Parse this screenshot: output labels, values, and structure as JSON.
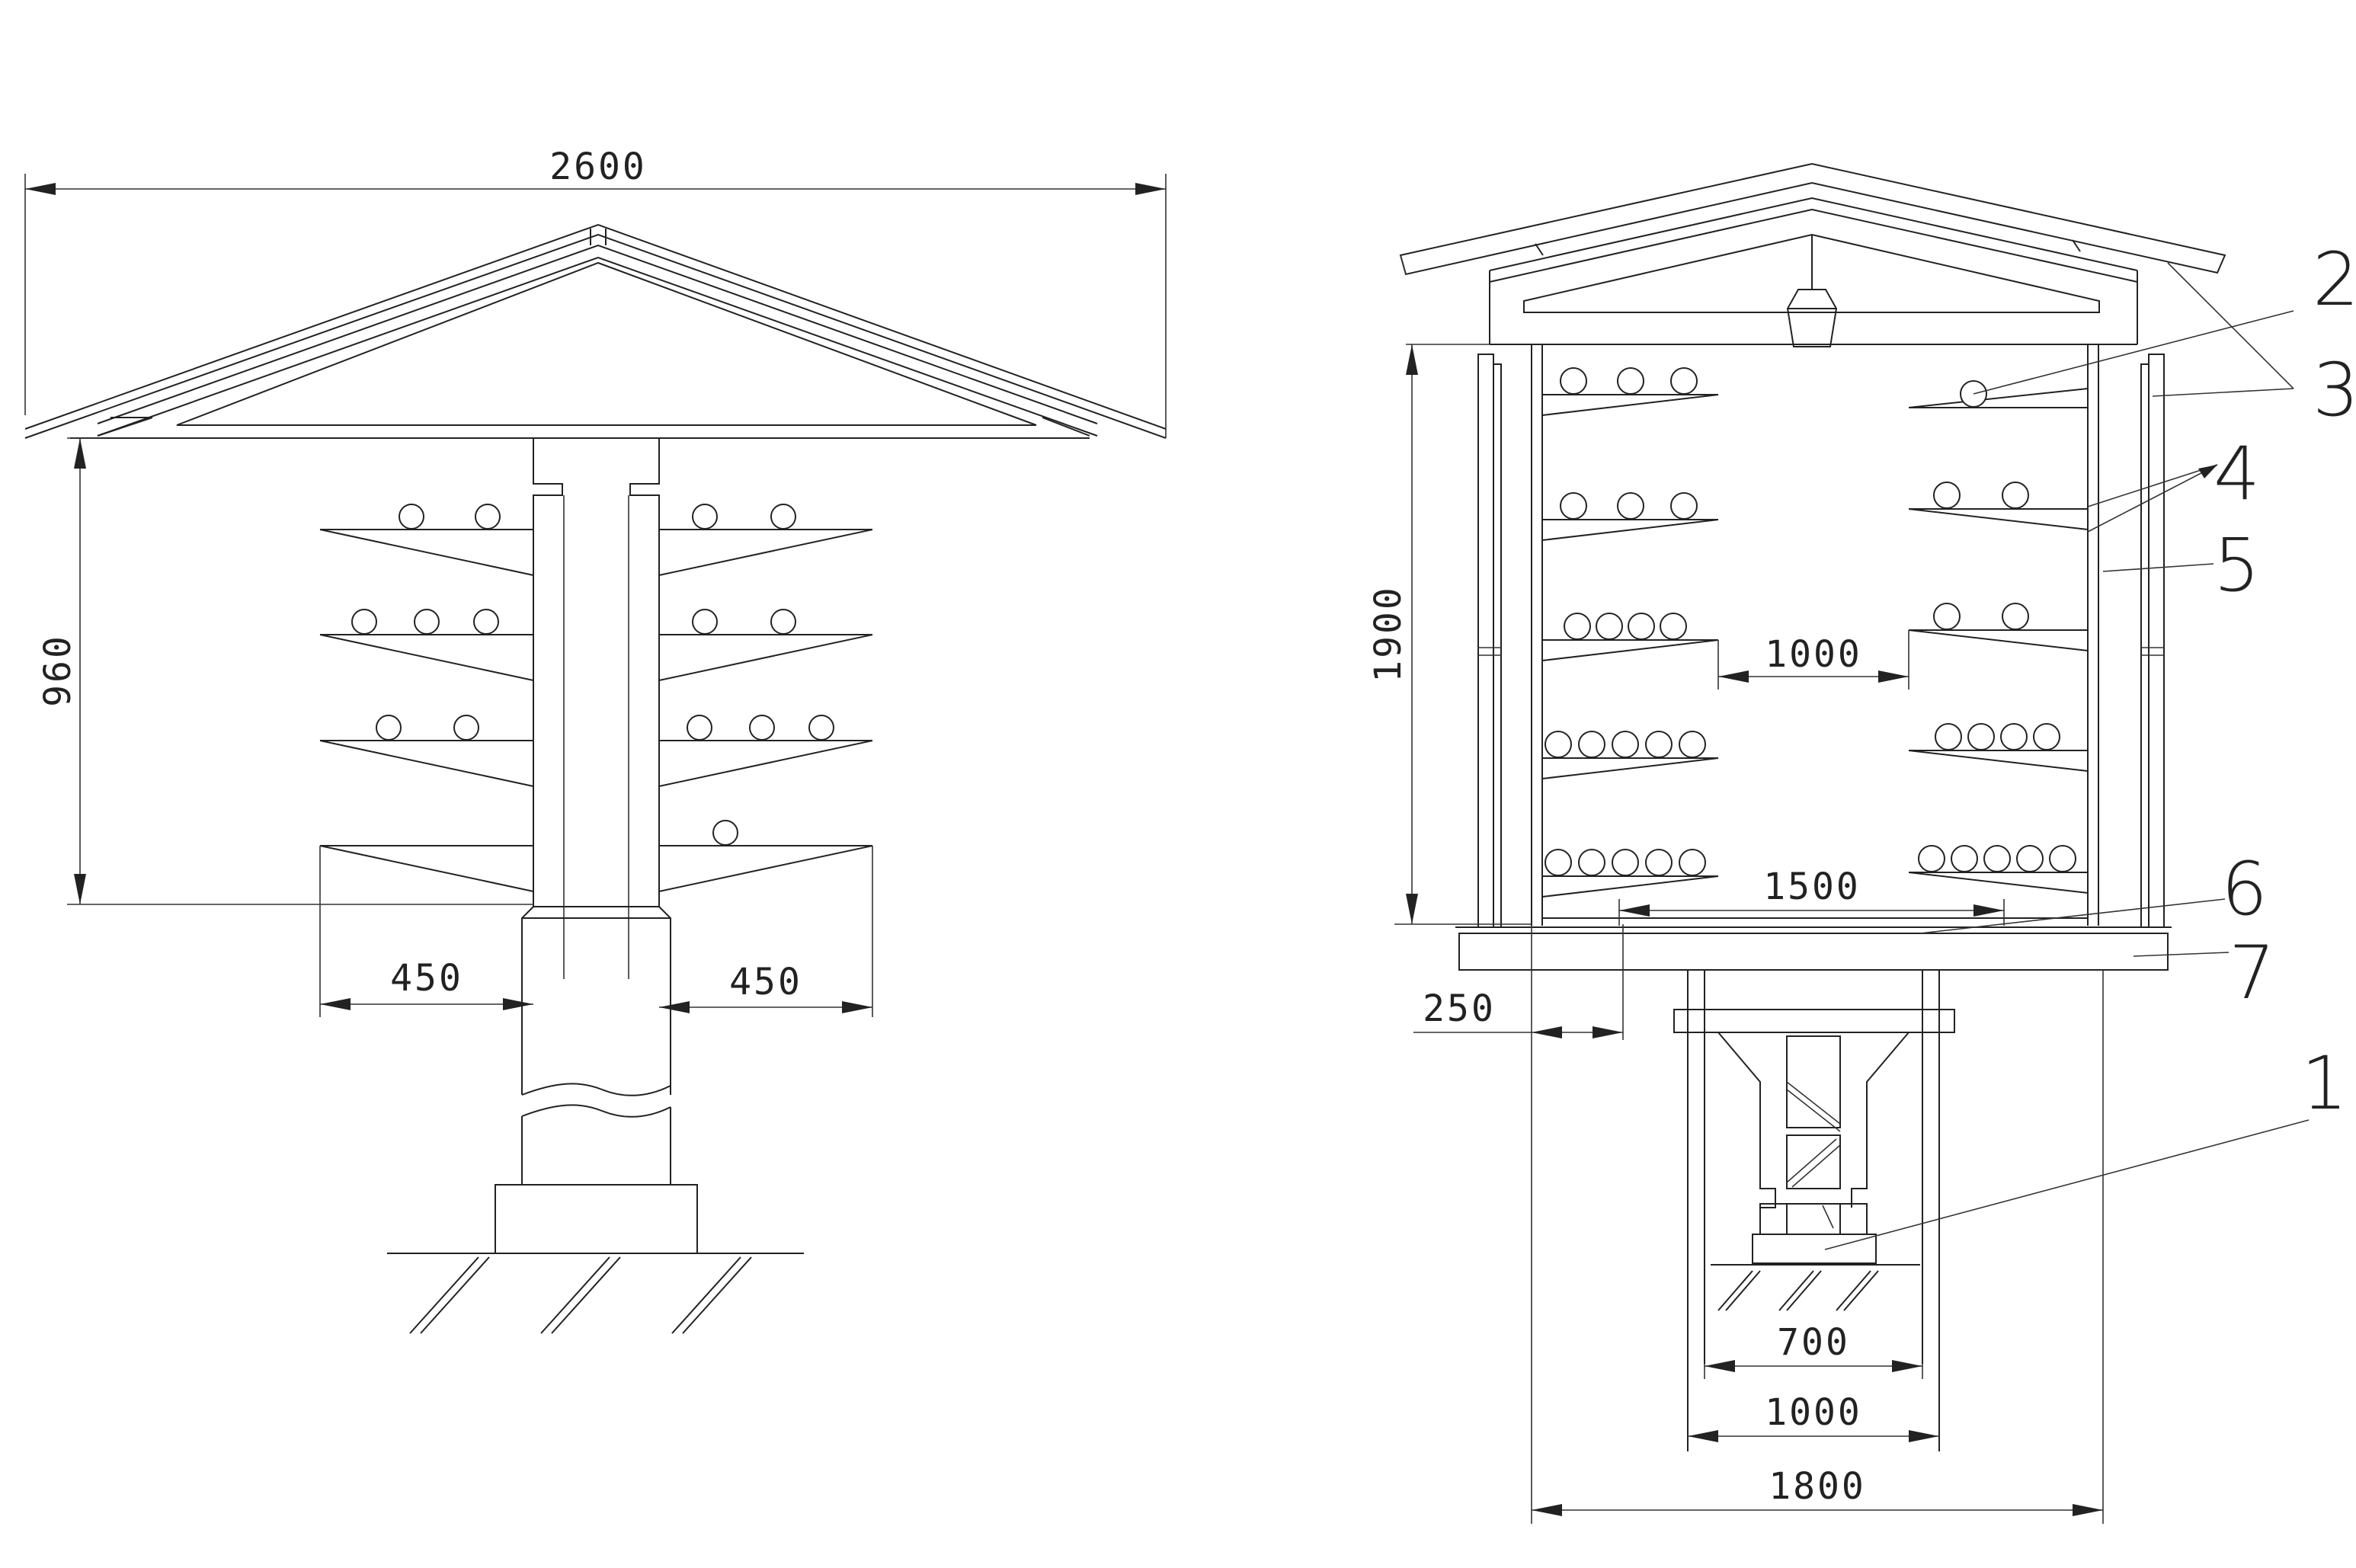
{
  "left_view": {
    "dimensions": {
      "overall_width": "2600",
      "height_span": "960",
      "left_arm": "450",
      "right_arm": "450"
    }
  },
  "right_view": {
    "dimensions": {
      "height": "1900",
      "inner_gap": "1000",
      "bottom_span": "1500",
      "side_offset": "250",
      "base_width": "700",
      "frame_width": "1000",
      "overall_width": "1800"
    },
    "callouts": [
      "2",
      "3",
      "4",
      "5",
      "6",
      "7",
      "1"
    ]
  }
}
